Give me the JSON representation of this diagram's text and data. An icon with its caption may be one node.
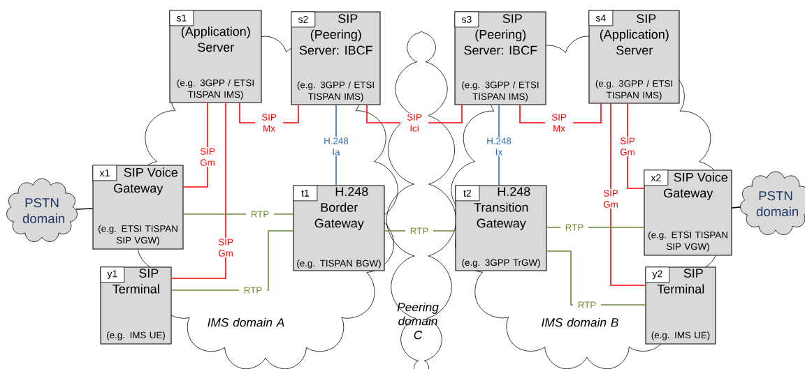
{
  "diagram": {
    "nodes": [
      {
        "text": [
          "s1",
          "(Application) Server",
          "(e.g. 3GPP / ETSI TISPAN IMS)"
        ]
      },
      {
        "text": [
          "s2",
          "SIP (Peering) Server: IBCF",
          "(e.g. 3GPP / ETSI TISPAN IMS)"
        ]
      },
      {
        "text": [
          "s3",
          "SIP (Peering) Server: IBCF",
          "(e.g. 3GPP / ETSI TISPAN IMS)"
        ]
      },
      {
        "text": [
          "s4",
          "SIP (Application) Server",
          "(e.g. 3GPP / ETSI TISPAN IMS)"
        ]
      },
      {
        "text": [
          "x1",
          "SIP Voice Gateway",
          "(e.g. ETSI TISPAN SIP VGW)"
        ]
      },
      {
        "text": [
          "y1",
          "SIP Terminal",
          "(e.g. IMS UE)"
        ]
      },
      {
        "text": [
          "t1",
          "H.248 Border Gateway",
          "(e.g. TISPAN BGW)"
        ]
      },
      {
        "text": [
          "t2",
          "H.248 Transition Gateway",
          "(e.g. 3GPP TrGW)"
        ]
      },
      {
        "text": [
          "x2",
          "SIP Voice Gateway",
          "(e.g. ETSI TISPAN SIP VGW)"
        ]
      },
      {
        "text": [
          "y2",
          "SIP Terminal",
          "(e.g. IMS UE)"
        ]
      },
      {
        "text": [
          "PSTN domain"
        ]
      },
      {
        "text": [
          "PSTN domain"
        ]
      }
    ],
    "labels": [
      "IMS domain A",
      "Peering domain C",
      "IMS domain B"
    ],
    "edges": [
      {
        "from": 0,
        "to": 1,
        "arrow": "none",
        "label": "SIP Mx"
      },
      {
        "from": 1,
        "to": 2,
        "arrow": "none",
        "label": "SIP Ici"
      },
      {
        "from": 2,
        "to": 3,
        "arrow": "none",
        "label": "SIP Mx"
      },
      {
        "from": 0,
        "to": 4,
        "arrow": "none",
        "label": "SIP Gm"
      },
      {
        "from": 0,
        "to": 5,
        "arrow": "none",
        "label": "SIP Gm"
      },
      {
        "from": 3,
        "to": 8,
        "arrow": "none",
        "label": "SIP Gm"
      },
      {
        "from": 3,
        "to": 9,
        "arrow": "none",
        "label": "SIP Gm"
      },
      {
        "from": 1,
        "to": 6,
        "arrow": "none",
        "label": "H.248 Ia",
        "color": "#2e6bb5"
      },
      {
        "from": 2,
        "to": 7,
        "arrow": "none",
        "label": "H.248 Ix",
        "color": "#2e6bb5"
      },
      {
        "from": 4,
        "to": 6,
        "arrow": "none",
        "label": "RTP",
        "color": "#6b8a35"
      },
      {
        "from": 5,
        "to": 6,
        "arrow": "none",
        "label": "RTP",
        "color": "#6b8a35"
      },
      {
        "from": 6,
        "to": 7,
        "arrow": "none",
        "label": "RTP",
        "color": "#6b8a35"
      },
      {
        "from": 7,
        "to": 8,
        "arrow": "none",
        "label": "RTP",
        "color": "#6b8a35"
      },
      {
        "from": 7,
        "to": 9,
        "arrow": "none",
        "label": "RTP",
        "color": "#6b8a35"
      },
      {
        "from": 10,
        "to": 4,
        "arrow": "none",
        "color": "#000000"
      },
      {
        "from": 8,
        "to": 11,
        "arrow": "none",
        "color": "#000000"
      }
    ]
  }
}
